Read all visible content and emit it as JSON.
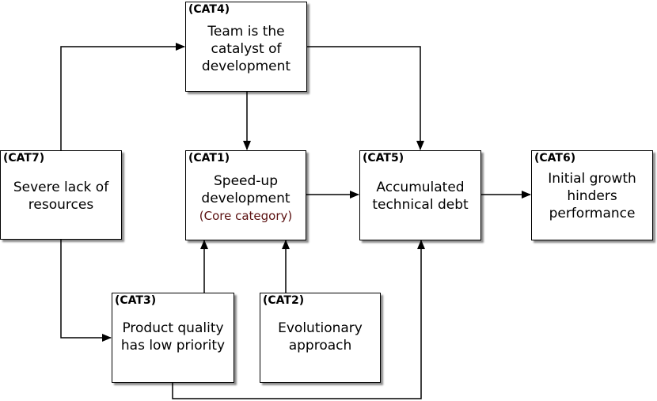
{
  "nodes": {
    "cat4": {
      "tag": "(CAT4)",
      "lines": [
        "Team is the",
        "catalyst of",
        "development"
      ]
    },
    "cat7": {
      "tag": "(CAT7)",
      "lines": [
        "Severe lack of",
        "resources"
      ]
    },
    "cat1": {
      "tag": "(CAT1)",
      "lines": [
        "Speed-up",
        "development"
      ],
      "note": "(Core category)"
    },
    "cat5": {
      "tag": "(CAT5)",
      "lines": [
        "Accumulated",
        "technical debt"
      ]
    },
    "cat6": {
      "tag": "(CAT6)",
      "lines": [
        "Initial growth",
        "hinders",
        "performance"
      ]
    },
    "cat3": {
      "tag": "(CAT3)",
      "lines": [
        "Product quality",
        "has low priority"
      ]
    },
    "cat2": {
      "tag": "(CAT2)",
      "lines": [
        "Evolutionary",
        "approach"
      ]
    }
  },
  "edges": [
    {
      "from": "cat7",
      "to": "cat4"
    },
    {
      "from": "cat4",
      "to": "cat1"
    },
    {
      "from": "cat4",
      "to": "cat5"
    },
    {
      "from": "cat1",
      "to": "cat5"
    },
    {
      "from": "cat5",
      "to": "cat6"
    },
    {
      "from": "cat7",
      "to": "cat3"
    },
    {
      "from": "cat3",
      "to": "cat1"
    },
    {
      "from": "cat2",
      "to": "cat1"
    },
    {
      "from": "cat3",
      "to": "cat5"
    }
  ],
  "colors": {
    "core_note": "#5a1010"
  }
}
